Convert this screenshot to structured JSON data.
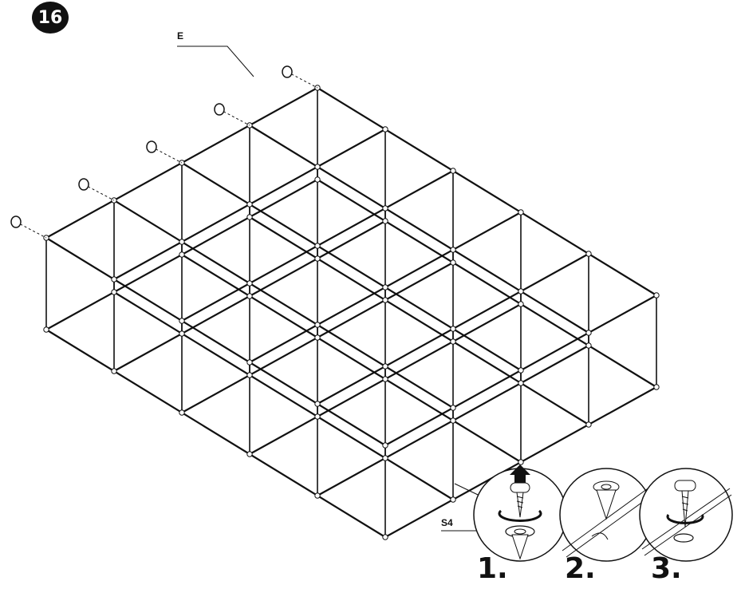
{
  "step_number": "16",
  "callouts": {
    "part_e": "E",
    "part_s4": "S4"
  },
  "substeps": [
    {
      "label": "1."
    },
    {
      "label": "2."
    },
    {
      "label": "3."
    }
  ],
  "icons": [
    "screw-icon",
    "rotate-arrow-icon",
    "up-arrow-icon",
    "dowel-pin-icon",
    "connector-cap-icon"
  ],
  "colors": {
    "ink": "#111111",
    "background": "#ffffff",
    "badge": "#111111"
  }
}
